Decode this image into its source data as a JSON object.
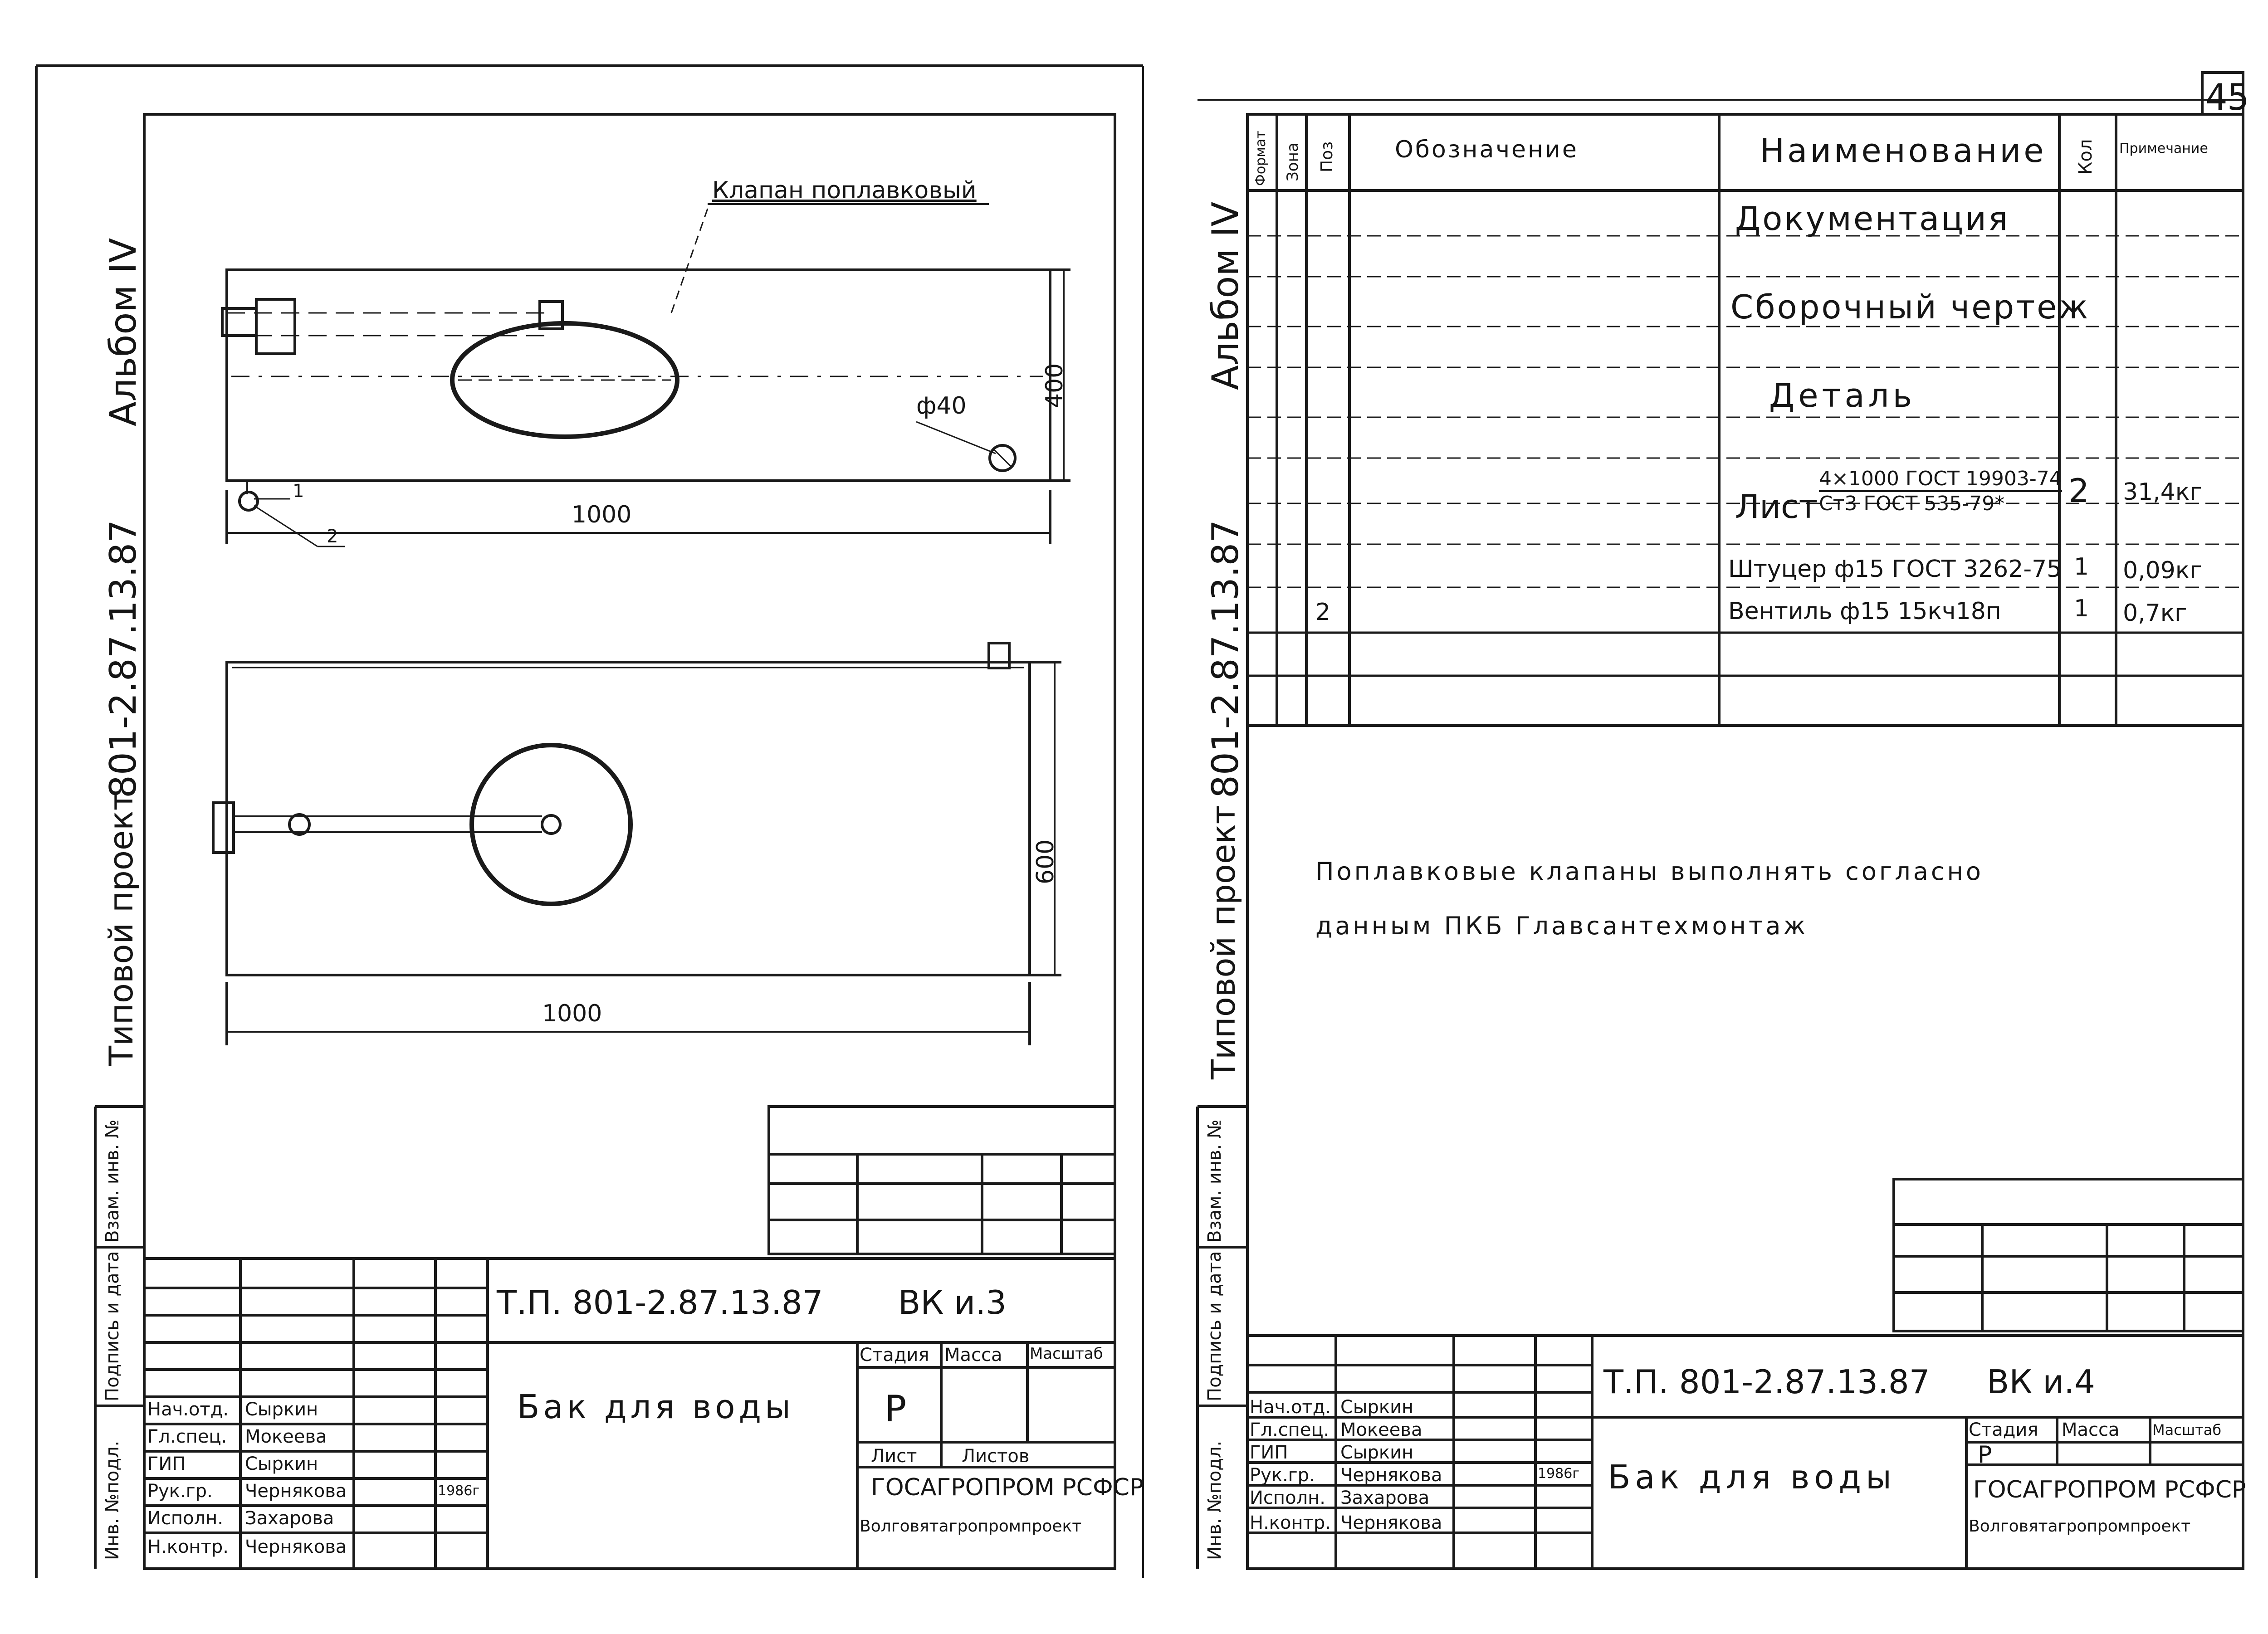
{
  "page_number": "45",
  "left_sheet": {
    "side_album": "Альбом IV",
    "side_project_code": "801-2.87.13.87",
    "side_project_type": "Типовой проект",
    "side_stamps": [
      "Инв. №подл.",
      "Подпись и дата",
      "Взам. инв. №"
    ],
    "callout_label": "Клапан поплавковый",
    "dimensions": {
      "top_height": "400",
      "top_width": "1000",
      "pipe_diameter": "ф40",
      "bottom_height": "600",
      "bottom_width": "1000"
    },
    "leaders": [
      "1",
      "2"
    ],
    "title_block": {
      "designation": "Т.П. 801-2.87.13.87",
      "code": "ВК и.3",
      "name": "Бак для воды",
      "stage_header": "Стадия",
      "mass_header": "Масса",
      "scale_header": "Масштаб",
      "stage": "Р",
      "sheet_label": "Лист",
      "sheets_label": "Листов",
      "org1": "ГОСАГРОПРОМ РСФСР",
      "org2": "Волговятагропромпроект",
      "year": "1986г",
      "staff": [
        {
          "role": "Нач.отд.",
          "name": "Сыркин"
        },
        {
          "role": "Гл.спец.",
          "name": "Мокеева"
        },
        {
          "role": "ГИП",
          "name": "Сыркин"
        },
        {
          "role": "Рук.гр.",
          "name": "Чернякова"
        },
        {
          "role": "Исполн.",
          "name": "Захарова"
        },
        {
          "role": "Н.контр.",
          "name": "Чернякова"
        }
      ]
    }
  },
  "right_sheet": {
    "side_album": "Альбом IV",
    "side_project_code": "801-2.87.13.87",
    "side_project_type": "Типовой проект",
    "side_stamps": [
      "Инв. №подл.",
      "Подпись и дата",
      "Взам. инв. №"
    ],
    "spec_headers": {
      "format": "Формат",
      "zone": "Зона",
      "pos": "Поз",
      "designation": "Обозначение",
      "name": "Наименование",
      "qty": "Кол",
      "note": "Примечание"
    },
    "spec_rows": [
      {
        "pos": "",
        "name": "Документация",
        "qty": "",
        "note": ""
      },
      {
        "pos": "",
        "name": "Сборочный чертеж",
        "qty": "",
        "note": ""
      },
      {
        "pos": "",
        "name": "Деталь",
        "qty": "",
        "note": ""
      },
      {
        "pos": "",
        "name_prefix": "Лист",
        "name_top": "4×1000 ГОСТ 19903-74",
        "name_bottom": "Ст3 ГОСТ 535-79*",
        "qty": "2",
        "note": "31,4кг"
      },
      {
        "pos": "",
        "name": "Штуцер ф15 ГОСТ 3262-75",
        "qty": "1",
        "note": "0,09кг"
      },
      {
        "pos": "2",
        "name": "Вентиль ф15 15кч18п",
        "qty": "1",
        "note": "0,7кг"
      }
    ],
    "note_line1": "Поплавковые клапаны выполнять согласно",
    "note_line2": "данным ПКБ Главсантехмонтаж",
    "title_block": {
      "designation": "Т.П. 801-2.87.13.87",
      "code": "ВК и.4",
      "name": "Бак для воды",
      "stage_header": "Стадия",
      "mass_header": "Масса",
      "scale_header": "Масштаб",
      "stage": "Р",
      "org1": "ГОСАГРОПРОМ РСФСР",
      "org2": "Волговятагропромпроект",
      "year": "1986г",
      "staff": [
        {
          "role": "Нач.отд.",
          "name": "Сыркин"
        },
        {
          "role": "Гл.спец.",
          "name": "Мокеева"
        },
        {
          "role": "ГИП",
          "name": "Сыркин"
        },
        {
          "role": "Рук.гр.",
          "name": "Чернякова"
        },
        {
          "role": "Исполн.",
          "name": "Захарова"
        },
        {
          "role": "Н.контр.",
          "name": "Чернякова"
        }
      ]
    }
  }
}
